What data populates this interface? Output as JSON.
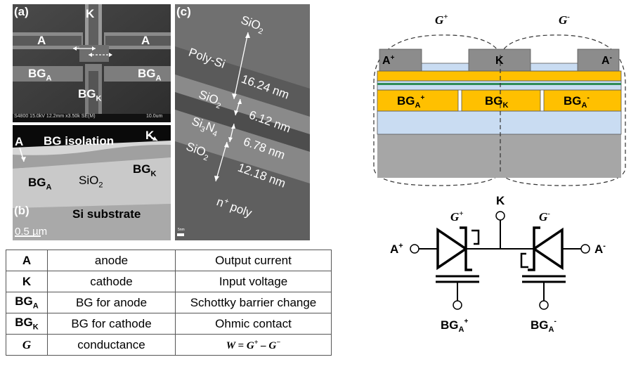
{
  "sem_panel": {
    "label": "(a)",
    "K": "K",
    "A_left": "A",
    "A_right": "A",
    "BG_left": "BG",
    "BG_left_sub": "A",
    "BG_right": "BG",
    "BG_right_sub": "A",
    "BGK": "BG",
    "BGK_sub": "K",
    "info_bar": "S4800 15.0kV 12.2mm x3.50k SE(M)",
    "scale": "10.0um"
  },
  "cross_section_panel": {
    "label": "(b)",
    "A": "A",
    "K": "K",
    "isolation": "BG isolation",
    "BGA": "BG",
    "BGA_sub": "A",
    "SiO2": "SiO",
    "SiO2_sub": "2",
    "BGK": "BG",
    "BGK_sub": "K",
    "substrate": "Si substrate",
    "scale": "0.5 µm"
  },
  "tem_panel": {
    "label": "(c)",
    "top_oxide": "SiO",
    "top_oxide_sub": "2",
    "poly": "Poly-Si",
    "poly_thickness": "16.24 nm",
    "oxide1": "SiO",
    "oxide1_sub": "2",
    "oxide1_thickness": "6.12 nm",
    "nitride_a": "Si",
    "nitride_a_sub": "3",
    "nitride_b": "N",
    "nitride_b_sub": "4",
    "nitride_thickness": "6.78 nm",
    "oxide2": "SiO",
    "oxide2_sub": "2",
    "oxide2_thickness": "12.18 nm",
    "npoly_pre": "n",
    "npoly_sup": "+",
    "npoly_post": " poly",
    "scale": "5nm"
  },
  "table": {
    "rows": [
      {
        "sym": "A",
        "sub": "",
        "name": "anode",
        "role": "Output current"
      },
      {
        "sym": "K",
        "sub": "",
        "name": "cathode",
        "role": "Input voltage"
      },
      {
        "sym": "BG",
        "sub": "A",
        "name": "BG for anode",
        "role": "Schottky barrier change"
      },
      {
        "sym": "BG",
        "sub": "K",
        "name": "BG for cathode",
        "role": "Ohmic contact"
      },
      {
        "sym": "G",
        "sub": "",
        "name": "conductance",
        "role_W": "W",
        "role_eq": " = ",
        "role_G1": "G",
        "role_G1_sup": "+",
        "role_minus": " – ",
        "role_G2": "G",
        "role_G2_sup": "−"
      }
    ]
  },
  "device_diagram": {
    "G_plus": "G",
    "G_plus_sup": "+",
    "G_minus": "G",
    "G_minus_sup": "-",
    "A_plus": "A",
    "A_plus_sup": "+",
    "K": "K",
    "A_minus": "A",
    "A_minus_sup": "-",
    "BGA_plus": "BG",
    "BGA_plus_sub": "A",
    "BGA_plus_sup": "+",
    "BGK": "BG",
    "BGK_sub": "K",
    "BGA_minus": "BG",
    "BGA_minus_sub": "A",
    "BGA_minus_sup": "-",
    "colors": {
      "metal": "#8c8c8c",
      "oxide": "#c9dcf2",
      "gate": "#ffc000",
      "nitride": "#2e8b57",
      "substrate": "#a6a6a6"
    }
  },
  "circuit": {
    "G_plus": "G",
    "G_plus_sup": "+",
    "G_minus": "G",
    "G_minus_sup": "-",
    "K": "K",
    "A_plus": "A",
    "A_plus_sup": "+",
    "A_minus": "A",
    "A_minus_sup": "-",
    "BG_left": "BG",
    "BG_left_sub": "A",
    "BG_left_sup": "+",
    "BG_right": "BG",
    "BG_right_sub": "A",
    "BG_right_sup": "-"
  }
}
